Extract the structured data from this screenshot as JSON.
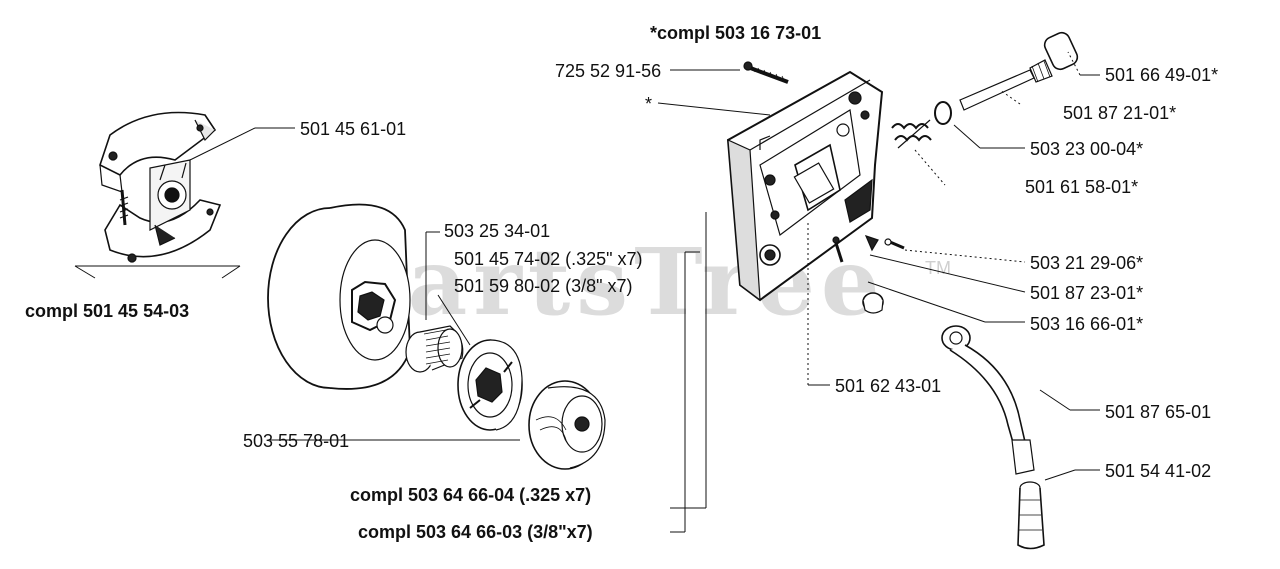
{
  "watermark": {
    "text": "PartsTree",
    "tm": "TM"
  },
  "labels": {
    "assembly_top": "*compl 503 16 73-01",
    "bolt": "725 52 91-56",
    "star": "*",
    "l_49": "501 66 49-01*",
    "l_21": "501 87 21-01*",
    "l_04": "503 23 00-04*",
    "l_58": "501 61 58-01*",
    "l_06": "503 21 29-06*",
    "l_23": "501 87 23-01*",
    "l_6601": "503 16 66-01*",
    "l_62": "501 62 43-01",
    "l_65": "501 87 65-01",
    "l_41": "501 54 41-02",
    "clutch_shoe": "501 45 61-01",
    "clutch_compl": "compl 501 45 54-03",
    "bearing": "503 25 34-01",
    "rim_325": "501 45 74-02 (.325\" x7)",
    "rim_38": "501 59 80-02 (3/8\" x7)",
    "washer": "503 55 78-01",
    "drum_325": "compl 503 64 66-04 (.325 x7)",
    "drum_38": "compl 503 64 66-03 (3/8\"x7)"
  }
}
